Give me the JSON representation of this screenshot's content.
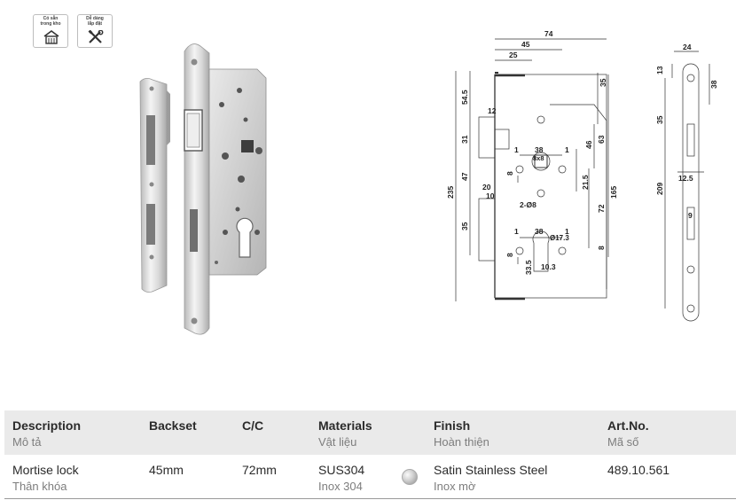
{
  "badges": [
    {
      "icon": "warehouse-icon",
      "label_line1": "Có sẵn",
      "label_line2": "trong kho"
    },
    {
      "icon": "tools-icon",
      "label_line1": "Dễ dàng",
      "label_line2": "lắp đặt"
    }
  ],
  "drawing": {
    "dims": {
      "w74": "74",
      "w45": "45",
      "w25": "25",
      "w24": "24",
      "h13": "13",
      "h38": "38",
      "h54_5": "54.5",
      "h12": "12",
      "h31": "31",
      "h47": "47",
      "h235": "235",
      "h35a": "35",
      "w20": "20",
      "w10": "10",
      "h35b": "35",
      "h35c": "35",
      "h63": "63",
      "h46": "46",
      "w38a": "38",
      "sq": "8x8",
      "w1a": "1",
      "w1b": "1",
      "h8a": "8",
      "h21_5": "21.5",
      "holes": "2-Ø8",
      "h165": "165",
      "h72": "72",
      "w38b": "38",
      "w1c": "1",
      "w1d": "1",
      "d17_3": "Ø17.3",
      "h8b": "8",
      "h8c": "8",
      "h33_5": "33.5",
      "w10_3": "10.3",
      "h209": "209",
      "w12_5": "12.5",
      "h9": "9"
    }
  },
  "table": {
    "headers": [
      {
        "en": "Description",
        "vi": "Mô tả"
      },
      {
        "en": "Backset",
        "vi": ""
      },
      {
        "en": "C/C",
        "vi": ""
      },
      {
        "en": "Materials",
        "vi": "Vật liệu"
      },
      {
        "en": "Finish",
        "vi": "Hoàn thiện"
      },
      {
        "en": "Art.No.",
        "vi": "Mã số"
      }
    ],
    "row": {
      "description_en": "Mortise lock",
      "description_vi": "Thân khóa",
      "backset": "45mm",
      "cc": "72mm",
      "material_en": "SUS304",
      "material_vi": "Inox 304",
      "finish_en": "Satin Stainless Steel",
      "finish_vi": "Inox mờ",
      "art_no": "489.10.561"
    },
    "finish_swatch_color": "#c8c8c8"
  }
}
